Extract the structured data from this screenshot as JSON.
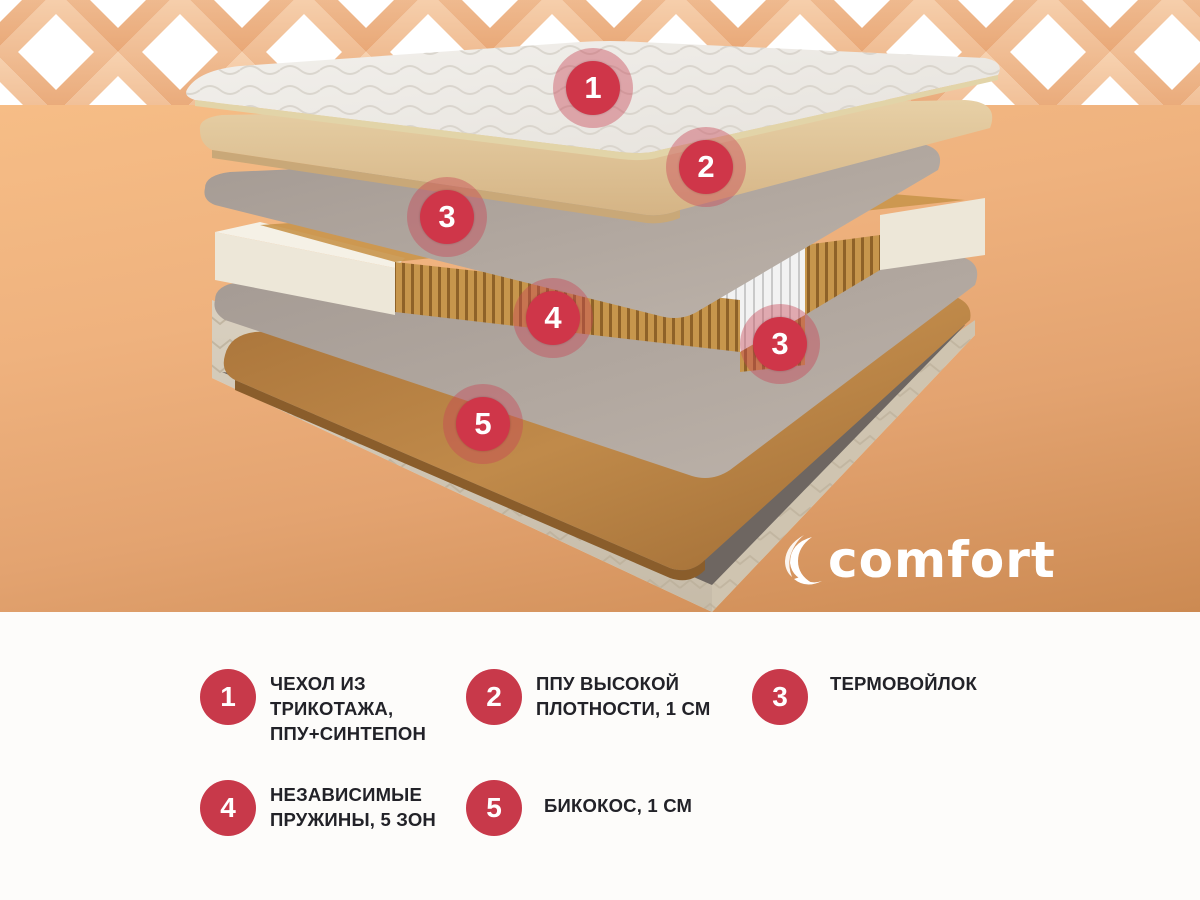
{
  "brand": {
    "logo_text": "comfort",
    "accent_color": "#c8394a",
    "background_band_color": "#efb27e"
  },
  "image_badges": [
    {
      "number": "1",
      "layer": "cover"
    },
    {
      "number": "2",
      "layer": "foam"
    },
    {
      "number": "3",
      "layer": "felt-top"
    },
    {
      "number": "4",
      "layer": "springs"
    },
    {
      "number": "3",
      "layer": "felt-bottom"
    },
    {
      "number": "5",
      "layer": "coconut"
    }
  ],
  "legend": [
    {
      "number": "1",
      "lines": [
        "ЧЕХОЛ ИЗ",
        "ТРИКОТАЖА,",
        "ППУ+СИНТЕПОН"
      ]
    },
    {
      "number": "2",
      "lines": [
        "ППУ ВЫСОКОЙ",
        "ПЛОТНОСТИ, 1 СМ"
      ]
    },
    {
      "number": "3",
      "lines": [
        "ТЕРМОВОЙЛОК"
      ]
    },
    {
      "number": "4",
      "lines": [
        "НЕЗАВИСИМЫЕ",
        "ПРУЖИНЫ, 5 ЗОН"
      ]
    },
    {
      "number": "5",
      "lines": [
        "БИКОКОС, 1 СМ"
      ]
    }
  ]
}
